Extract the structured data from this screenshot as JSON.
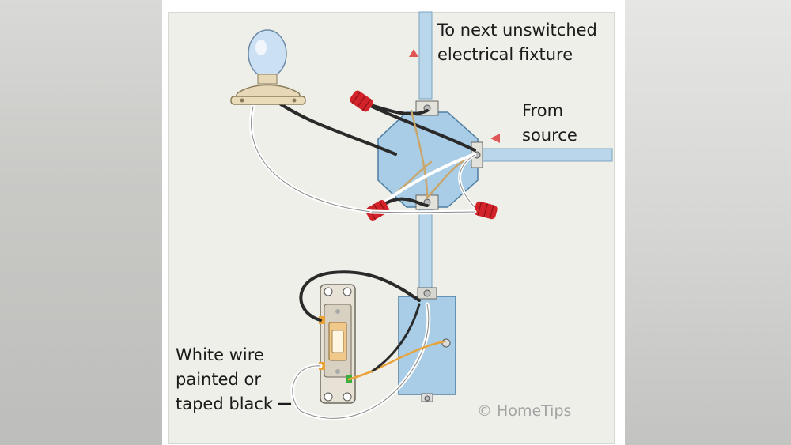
{
  "labels": {
    "next_fixture_line1": "To next unswitched",
    "next_fixture_line2": "electrical fixture",
    "source_line1": "From",
    "source_line2": "source",
    "white_wire_line1": "White wire",
    "white_wire_line2": "painted or",
    "white_wire_line3": "taped black"
  },
  "copyright": "© HomeTips",
  "colors": {
    "conduit": "#b9d6ea",
    "junction_box": "#a9cde6",
    "wire_black": "#2a2a2a",
    "wire_white": "#ffffff",
    "wire_bare": "#c9a66b",
    "wire_ground_switch": "#e8a33a",
    "wire_nut": "#d2232a",
    "arrow": "#e05555"
  },
  "icons": [
    "light-bulb-icon",
    "switch-icon",
    "wire-nut-icon",
    "arrow-icon"
  ]
}
